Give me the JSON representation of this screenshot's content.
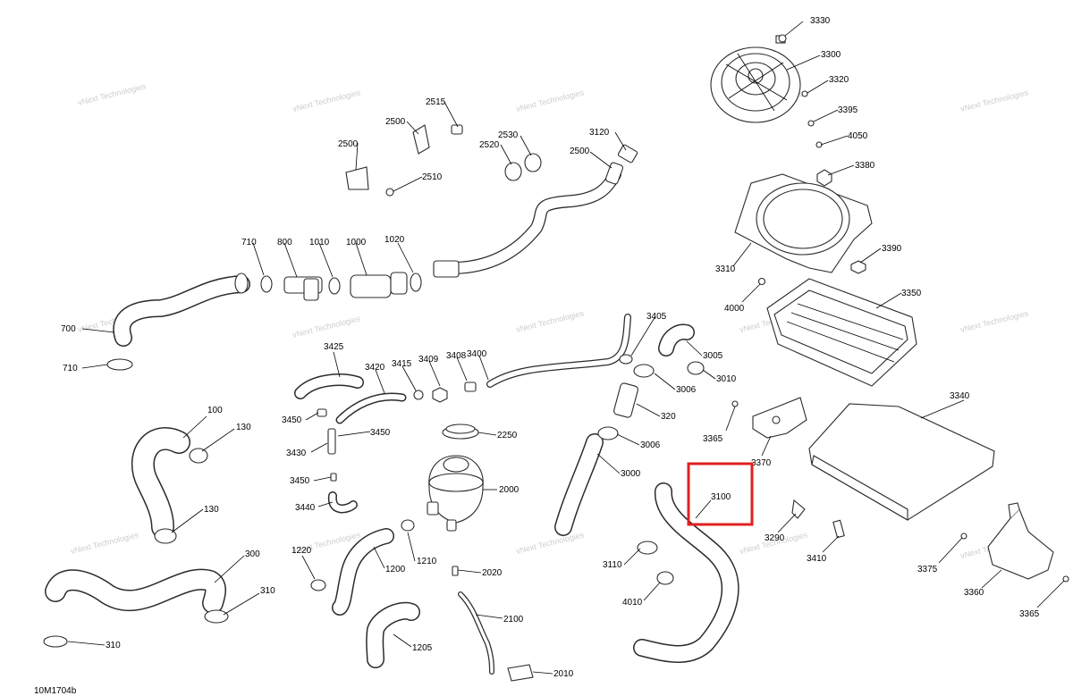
{
  "diagram_code": "10M1704b",
  "watermark_text": "vNext Technologies",
  "highlight_color": "#e02020",
  "callouts": {
    "c3330": "3330",
    "c3300": "3300",
    "c3320": "3320",
    "c3395": "3395",
    "c4050": "4050",
    "c3380": "3380",
    "c3390": "3390",
    "c3310": "3310",
    "c4000": "4000",
    "c3350": "3350",
    "c3340": "3340",
    "c3365a": "3365",
    "c3370": "3370",
    "c3290": "3290",
    "c3410": "3410",
    "c3375": "3375",
    "c3360": "3360",
    "c3365b": "3365",
    "c2515": "2515",
    "c2500a": "2500",
    "c2500b": "2500",
    "c2520": "2520",
    "c2530": "2530",
    "c2510": "2510",
    "c3120": "3120",
    "c2500c": "2500",
    "c710a": "710",
    "c800": "800",
    "c1010": "1010",
    "c1000": "1000",
    "c1020": "1020",
    "c700": "700",
    "c710b": "710",
    "c3405": "3405",
    "c3005": "3005",
    "c3010": "3010",
    "c3006a": "3006",
    "c320": "320",
    "c3006b": "3006",
    "c3000": "3000",
    "c3100": "3100",
    "c3110": "3110",
    "c4010": "4010",
    "c3425": "3425",
    "c3420": "3420",
    "c3415": "3415",
    "c3409": "3409",
    "c3408": "3408",
    "c3400": "3400",
    "c3450a": "3450",
    "c3450b": "3450",
    "c3430": "3430",
    "c3450c": "3450",
    "c3440": "3440",
    "c100": "100",
    "c130a": "130",
    "c130b": "130",
    "c300": "300",
    "c310a": "310",
    "c310b": "310",
    "c2250": "2250",
    "c2000": "2000",
    "c1220": "1220",
    "c1200": "1200",
    "c1210": "1210",
    "c2020": "2020",
    "c1205": "1205",
    "c2100": "2100",
    "c2010": "2010"
  }
}
